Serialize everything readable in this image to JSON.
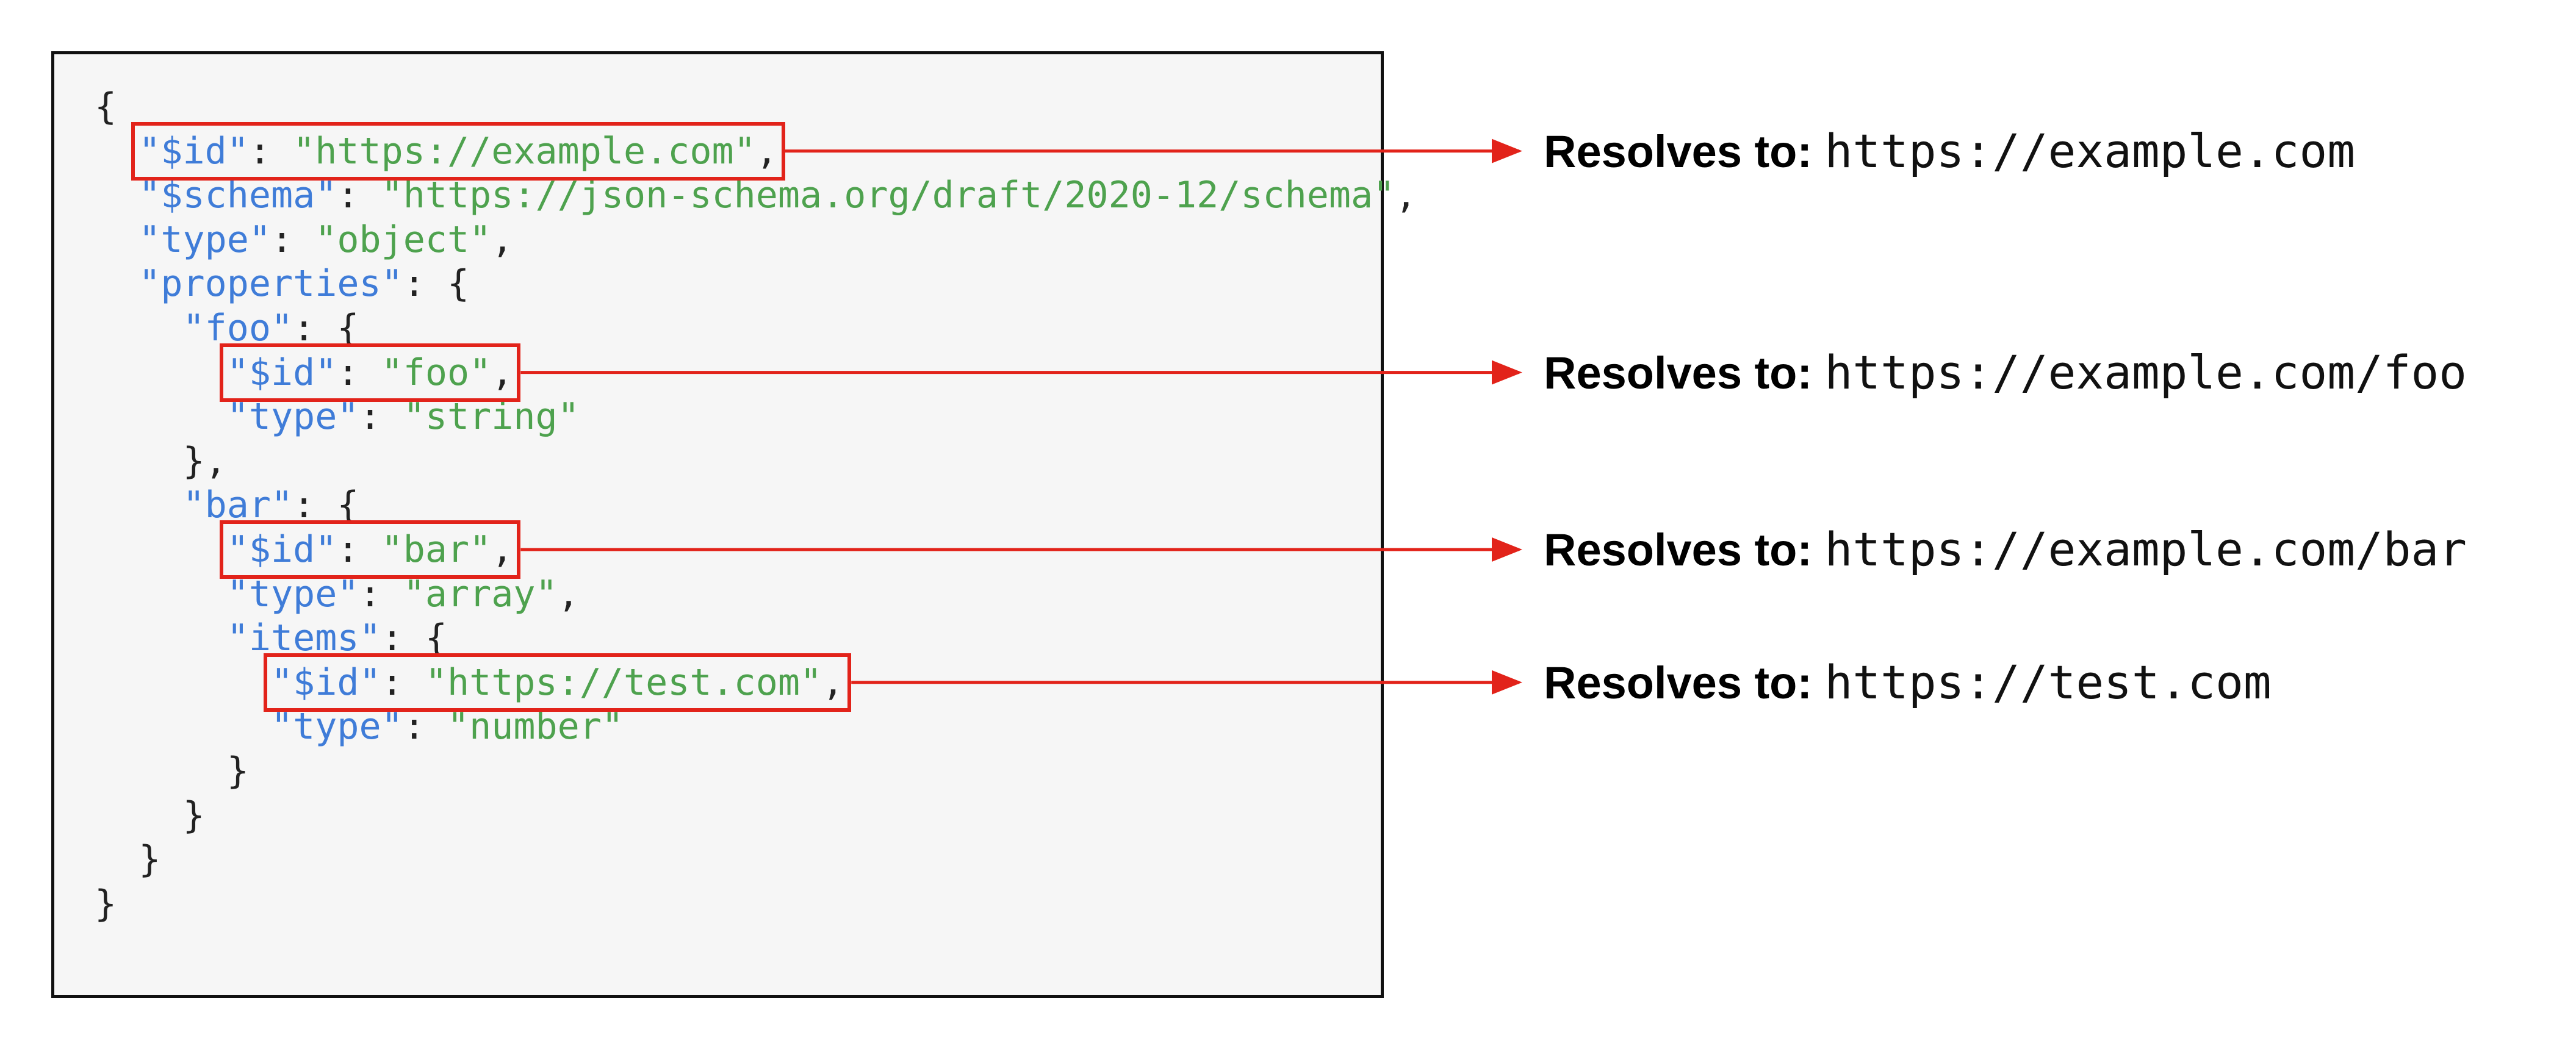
{
  "colors": {
    "key": "#3f7cd8",
    "string": "#4ea24e",
    "punctuation": "#222222",
    "highlight": "#e2231a",
    "panel_background": "#f6f6f6"
  },
  "code_lines": [
    [
      {
        "t": "p",
        "v": "{"
      }
    ],
    [
      {
        "t": "i",
        "v": "  "
      },
      {
        "t": "k",
        "v": "\"$id\""
      },
      {
        "t": "p",
        "v": ": "
      },
      {
        "t": "s",
        "v": "\"https://example.com\""
      },
      {
        "t": "p",
        "v": ","
      }
    ],
    [
      {
        "t": "i",
        "v": "  "
      },
      {
        "t": "k",
        "v": "\"$schema\""
      },
      {
        "t": "p",
        "v": ": "
      },
      {
        "t": "s",
        "v": "\"https://json-schema.org/draft/2020-12/schema\""
      },
      {
        "t": "p",
        "v": ","
      }
    ],
    [
      {
        "t": "i",
        "v": "  "
      },
      {
        "t": "k",
        "v": "\"type\""
      },
      {
        "t": "p",
        "v": ": "
      },
      {
        "t": "s",
        "v": "\"object\""
      },
      {
        "t": "p",
        "v": ","
      }
    ],
    [
      {
        "t": "i",
        "v": "  "
      },
      {
        "t": "k",
        "v": "\"properties\""
      },
      {
        "t": "p",
        "v": ": {"
      }
    ],
    [
      {
        "t": "i",
        "v": "    "
      },
      {
        "t": "k",
        "v": "\"foo\""
      },
      {
        "t": "p",
        "v": ": {"
      }
    ],
    [
      {
        "t": "i",
        "v": "      "
      },
      {
        "t": "k",
        "v": "\"$id\""
      },
      {
        "t": "p",
        "v": ": "
      },
      {
        "t": "s",
        "v": "\"foo\""
      },
      {
        "t": "p",
        "v": ","
      }
    ],
    [
      {
        "t": "i",
        "v": "      "
      },
      {
        "t": "k",
        "v": "\"type\""
      },
      {
        "t": "p",
        "v": ": "
      },
      {
        "t": "s",
        "v": "\"string\""
      }
    ],
    [
      {
        "t": "i",
        "v": "    "
      },
      {
        "t": "p",
        "v": "},"
      }
    ],
    [
      {
        "t": "i",
        "v": "    "
      },
      {
        "t": "k",
        "v": "\"bar\""
      },
      {
        "t": "p",
        "v": ": {"
      }
    ],
    [
      {
        "t": "i",
        "v": "      "
      },
      {
        "t": "k",
        "v": "\"$id\""
      },
      {
        "t": "p",
        "v": ": "
      },
      {
        "t": "s",
        "v": "\"bar\""
      },
      {
        "t": "p",
        "v": ","
      }
    ],
    [
      {
        "t": "i",
        "v": "      "
      },
      {
        "t": "k",
        "v": "\"type\""
      },
      {
        "t": "p",
        "v": ": "
      },
      {
        "t": "s",
        "v": "\"array\""
      },
      {
        "t": "p",
        "v": ","
      }
    ],
    [
      {
        "t": "i",
        "v": "      "
      },
      {
        "t": "k",
        "v": "\"items\""
      },
      {
        "t": "p",
        "v": ": {"
      }
    ],
    [
      {
        "t": "i",
        "v": "        "
      },
      {
        "t": "k",
        "v": "\"$id\""
      },
      {
        "t": "p",
        "v": ": "
      },
      {
        "t": "s",
        "v": "\"https://test.com\""
      },
      {
        "t": "p",
        "v": ","
      }
    ],
    [
      {
        "t": "i",
        "v": "        "
      },
      {
        "t": "k",
        "v": "\"type\""
      },
      {
        "t": "p",
        "v": ": "
      },
      {
        "t": "s",
        "v": "\"number\""
      }
    ],
    [
      {
        "t": "i",
        "v": "      "
      },
      {
        "t": "p",
        "v": "}"
      }
    ],
    [
      {
        "t": "i",
        "v": "    "
      },
      {
        "t": "p",
        "v": "}"
      }
    ],
    [
      {
        "t": "i",
        "v": "  "
      },
      {
        "t": "p",
        "v": "}"
      }
    ],
    [
      {
        "t": "p",
        "v": "}"
      }
    ]
  ],
  "resolutions": [
    {
      "label": "Resolves to:",
      "url": "https://example.com",
      "code_line": 1
    },
    {
      "label": "Resolves to:",
      "url": "https://example.com/foo",
      "code_line": 6
    },
    {
      "label": "Resolves to:",
      "url": "https://example.com/bar",
      "code_line": 10
    },
    {
      "label": "Resolves to:",
      "url": "https://test.com",
      "code_line": 13
    }
  ]
}
